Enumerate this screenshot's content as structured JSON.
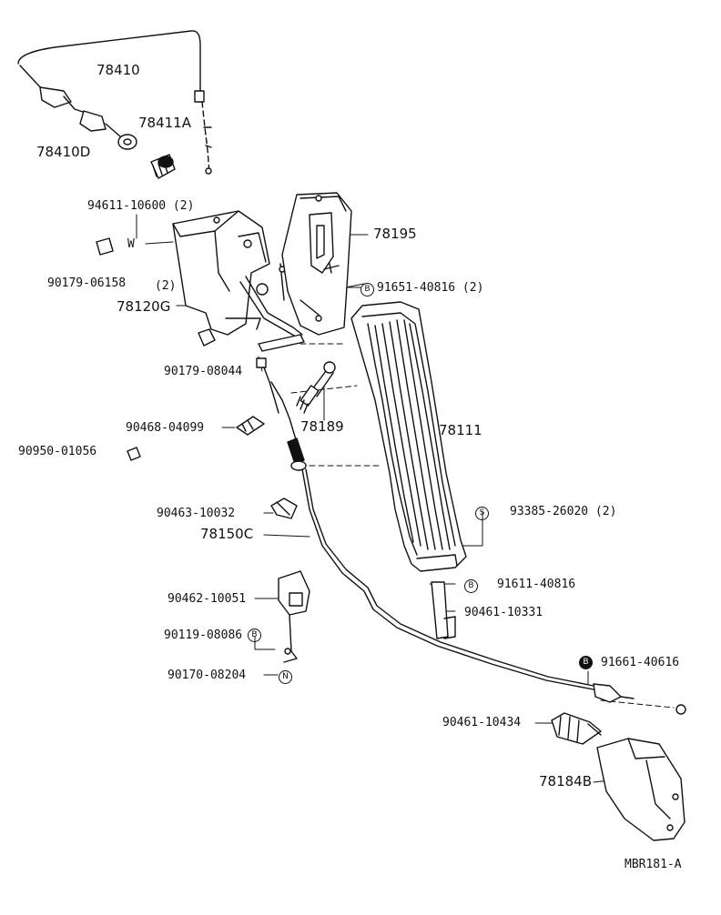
{
  "diagram_id": "MBR181-A",
  "labels": {
    "cable_main": "78410",
    "cable_end": "78410D",
    "grommet": "78411A",
    "screw_w": "94611-10600 (2)",
    "screw_w_tag": "W",
    "nut_a": "90179-06158",
    "nut_a_qty": "(2)",
    "bracket_78195": "78195",
    "bolt_b": "91651-40816 (2)",
    "bolt_b_tag": "B",
    "lever_bracket": "78120G",
    "nut_b": "90179-08044",
    "stopper": "78189",
    "clip_a": "90468-04099",
    "cushion": "90950-01056",
    "pedal": "78111",
    "clip_b": "90463-10032",
    "screw_s": "93385-26020 (2)",
    "screw_s_tag": "S",
    "cable_78150c": "78150C",
    "bolt_b2": "91611-40816",
    "bolt_b2_tag": "B",
    "clamp_b": "90461-10331",
    "clamp_a": "90462-10051",
    "bolt_90119": "90119-08086",
    "bolt_90119_tag": "B",
    "nut_90170": "90170-08204",
    "nut_90170_tag": "N",
    "bolt_91661": "91661-40616",
    "bolt_91661_tag": "B",
    "clamp_c": "90461-10434",
    "bracket_78184b": "78184B"
  }
}
